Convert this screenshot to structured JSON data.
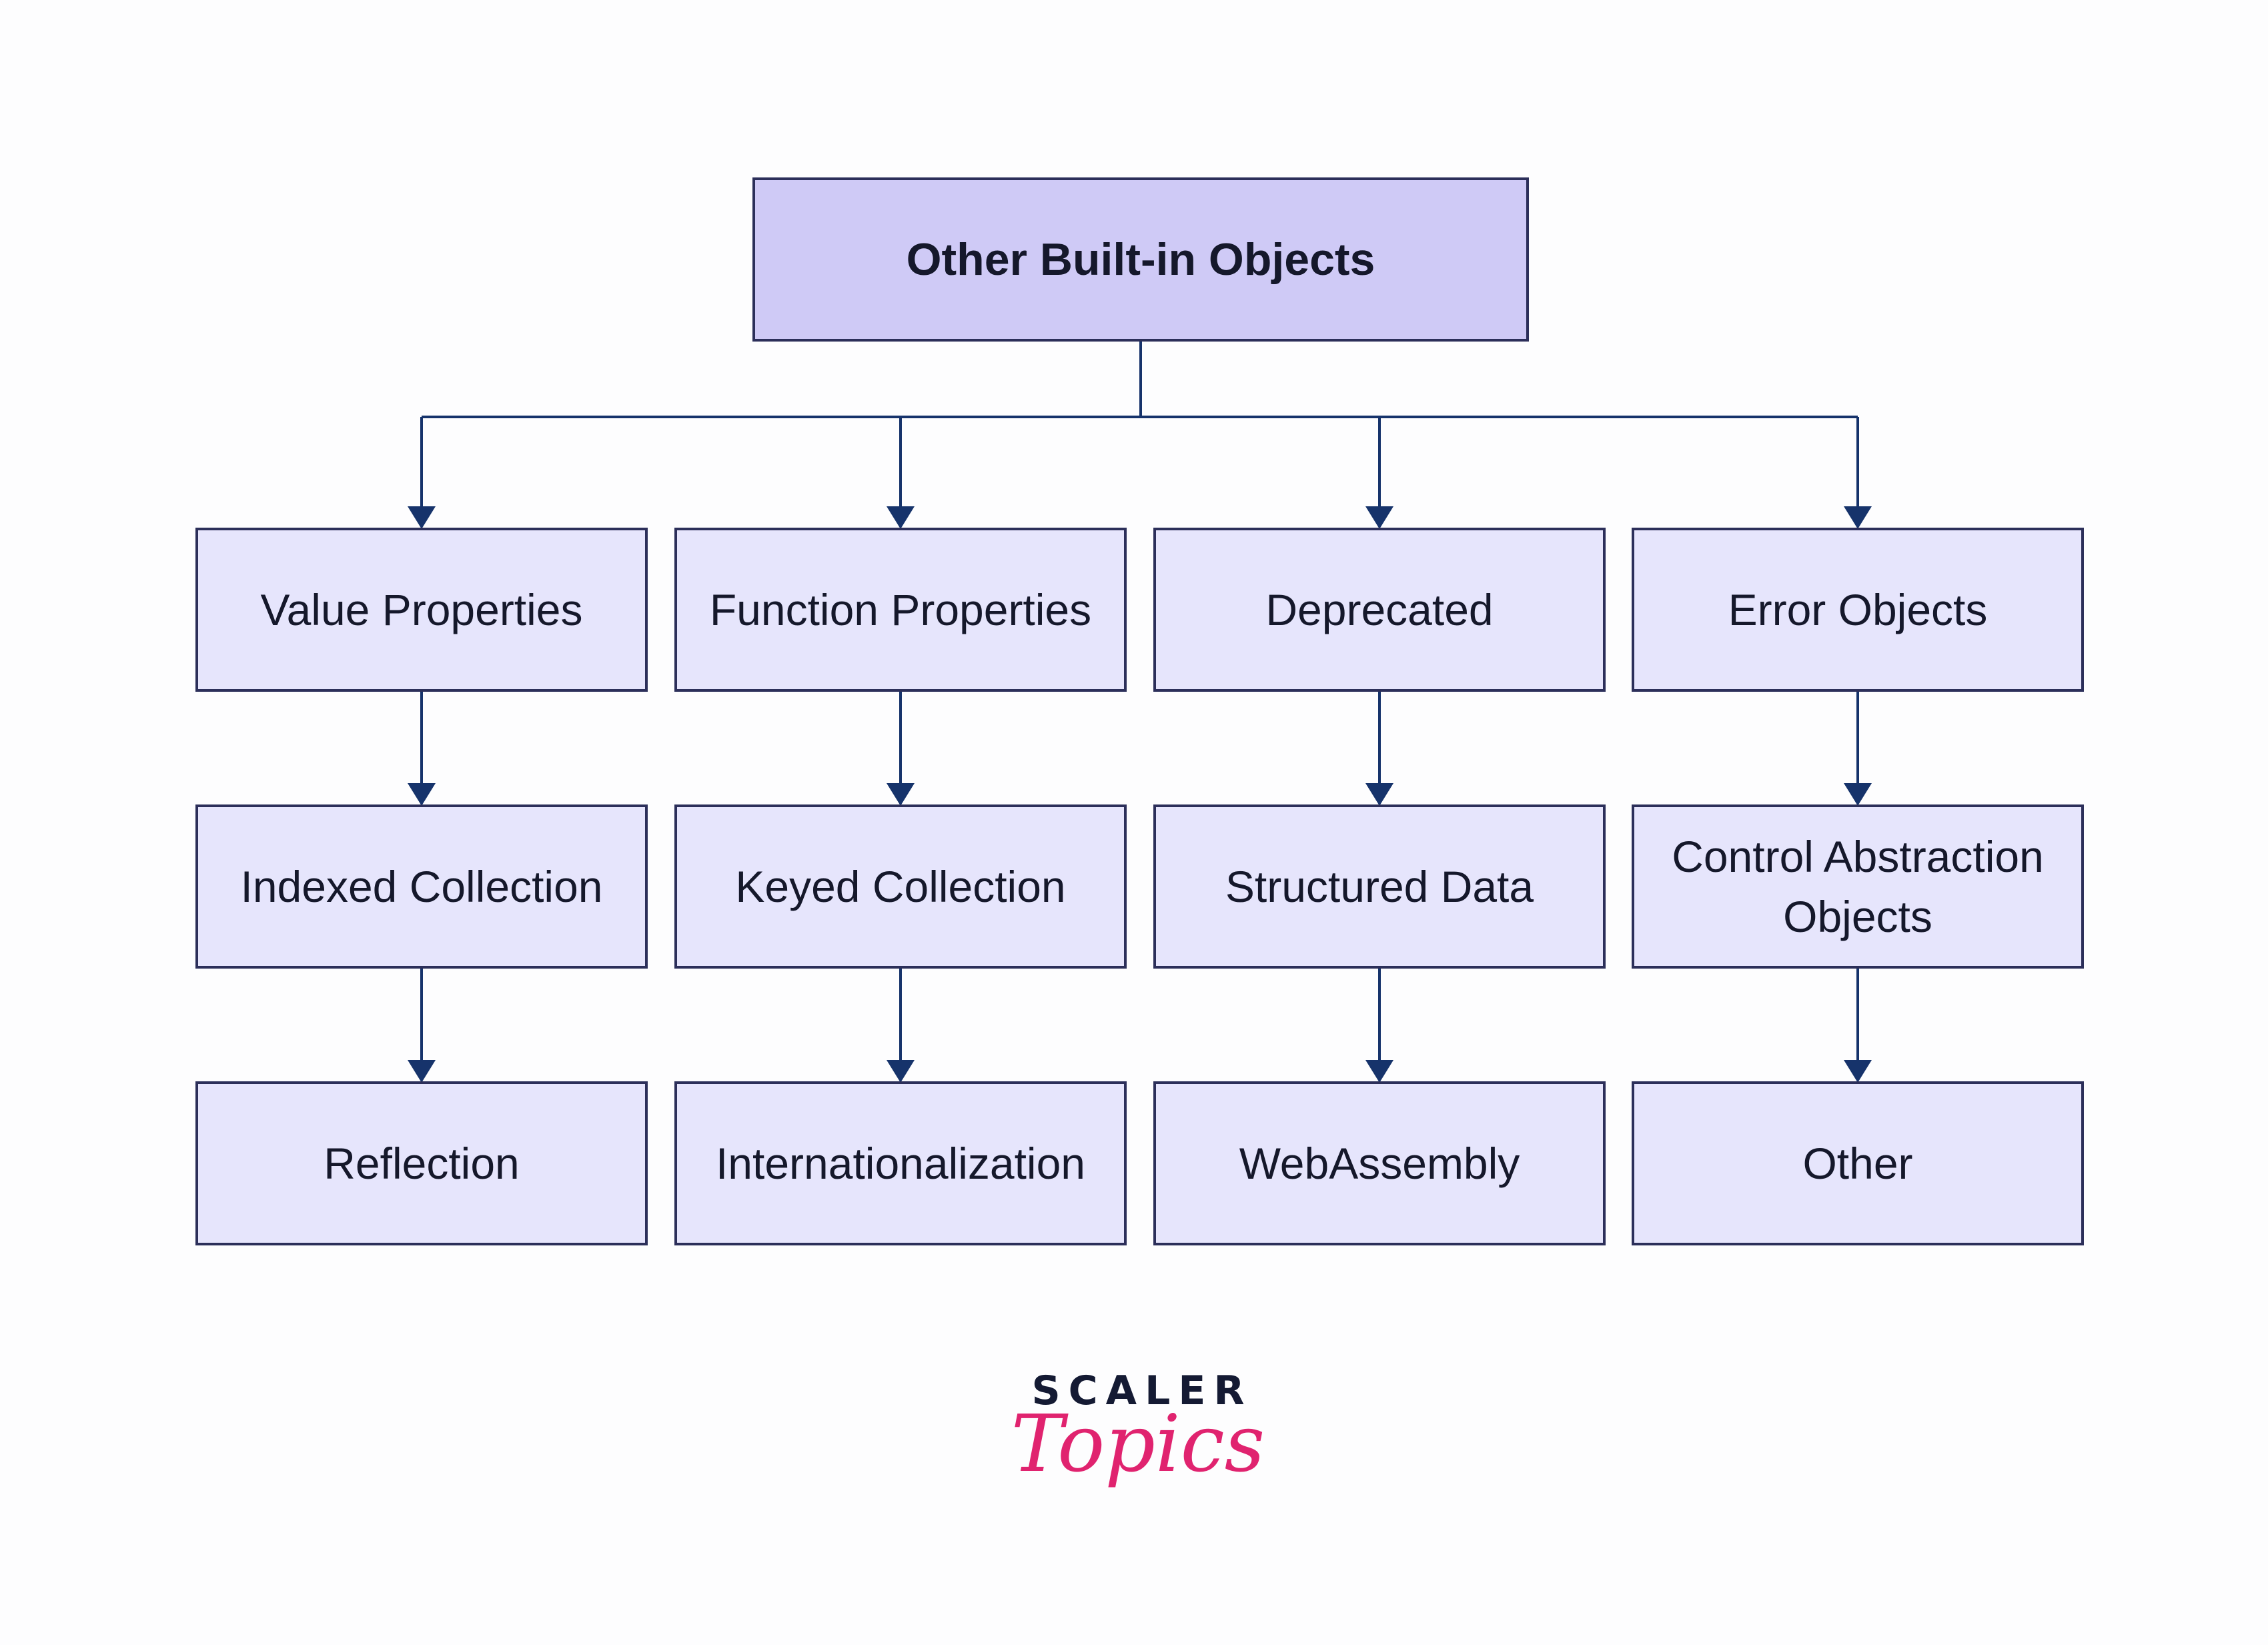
{
  "diagram": {
    "root": {
      "label": "Other Built-in Objects"
    },
    "columns": [
      {
        "nodes": [
          {
            "lines": [
              "Value Properties"
            ]
          },
          {
            "lines": [
              "Indexed Collection"
            ]
          },
          {
            "lines": [
              "Reflection"
            ]
          }
        ]
      },
      {
        "nodes": [
          {
            "lines": [
              "Function Properties"
            ]
          },
          {
            "lines": [
              "Keyed Collection"
            ]
          },
          {
            "lines": [
              "Internationalization"
            ]
          }
        ]
      },
      {
        "nodes": [
          {
            "lines": [
              "Deprecated"
            ]
          },
          {
            "lines": [
              "Structured Data"
            ]
          },
          {
            "lines": [
              "WebAssembly"
            ]
          }
        ]
      },
      {
        "nodes": [
          {
            "lines": [
              "Error Objects"
            ]
          },
          {
            "lines": [
              "Control Abstraction",
              "Objects"
            ]
          },
          {
            "lines": [
              "Other"
            ]
          }
        ]
      }
    ],
    "edges": [
      [
        "root",
        "c0r0"
      ],
      [
        "root",
        "c1r0"
      ],
      [
        "root",
        "c2r0"
      ],
      [
        "root",
        "c3r0"
      ],
      [
        "c0r0",
        "c0r1"
      ],
      [
        "c0r1",
        "c0r2"
      ],
      [
        "c1r0",
        "c1r1"
      ],
      [
        "c1r1",
        "c1r2"
      ],
      [
        "c2r0",
        "c2r1"
      ],
      [
        "c2r1",
        "c2r2"
      ],
      [
        "c3r0",
        "c3r1"
      ],
      [
        "c3r1",
        "c3r2"
      ]
    ]
  },
  "logo": {
    "line1": "SCALER",
    "line2": "Topics"
  },
  "colors": {
    "background": "#fdfdfe",
    "root_fill": "#cfcaf6",
    "node_fill": "#e6e5fc",
    "border": "#2c2f5a",
    "connector": "#16336b",
    "text": "#15182b",
    "logo_dark": "#141a33",
    "logo_accent": "#e0236f"
  }
}
